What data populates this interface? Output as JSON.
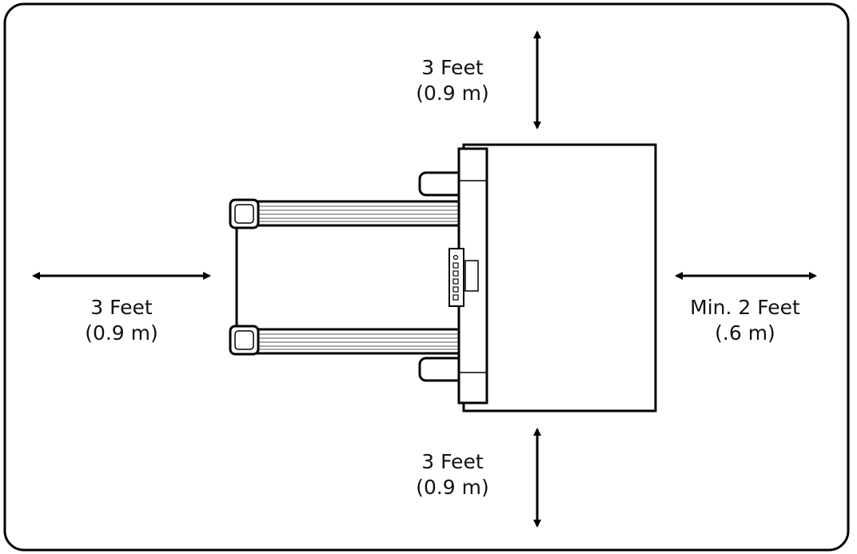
{
  "clearance": {
    "top": {
      "distance": "3 Feet",
      "metric": "(0.9 m)"
    },
    "left": {
      "distance": "3 Feet",
      "metric": "(0.9 m)"
    },
    "right": {
      "distance": "Min. 2 Feet",
      "metric": "(.6 m)"
    },
    "bottom": {
      "distance": "3 Feet",
      "metric": "(0.9 m)"
    }
  },
  "colors": {
    "stroke": "#000000",
    "text": "#111111",
    "background": "#ffffff"
  },
  "icons": {
    "arrows": [
      "double-arrow-vertical-icon",
      "double-arrow-horizontal-icon"
    ],
    "equipment": "treadmill-top-view-icon"
  }
}
